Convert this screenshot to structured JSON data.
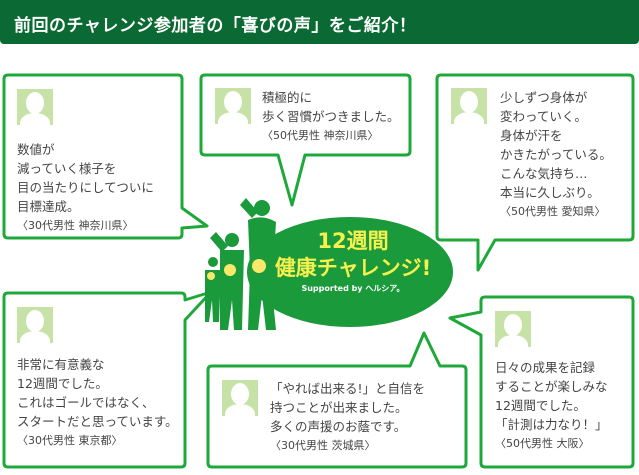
{
  "header": {
    "title": "前回のチャレンジ参加者の「喜びの声」をご紹介！"
  },
  "logo": {
    "line1": "12週間",
    "line2": "健康チャレンジ!",
    "supported": "Supported by ヘルシア。"
  },
  "colors": {
    "header": "#0b6a33",
    "border": "#1fa83a",
    "logo": "#1a9a3a",
    "logo_text": "#f7f04e"
  },
  "testimonials": [
    {
      "text": "数値が\n減っていく様子を\n目の当たりにしてついに\n目標達成。",
      "who": "〈30代男性 神奈川県〉"
    },
    {
      "text": "積極的に\n歩く習慣がつきました。",
      "who": "〈50代男性 神奈川県〉"
    },
    {
      "text": "少しずつ身体が\n変わっていく。\n身体が汗を\nかきたがっている。\nこんな気持ち…\n本当に久しぶり。",
      "who": "〈50代男性 愛知県〉"
    },
    {
      "text": "非常に有意義な\n12週間でした。\nこれはゴールではなく、\nスタートだと思っています。",
      "who": "〈30代男性 東京都〉"
    },
    {
      "text": "「やれば出来る!」と自信を\n持つことが出来ました。\n多くの声援のお蔭です。",
      "who": "〈30代男性 茨城県〉"
    },
    {
      "text": "日々の成果を記録\nすることが楽しみな\n12週間でした。\n「計測は力なり！」",
      "who": "〈50代男性 大阪〉"
    }
  ]
}
